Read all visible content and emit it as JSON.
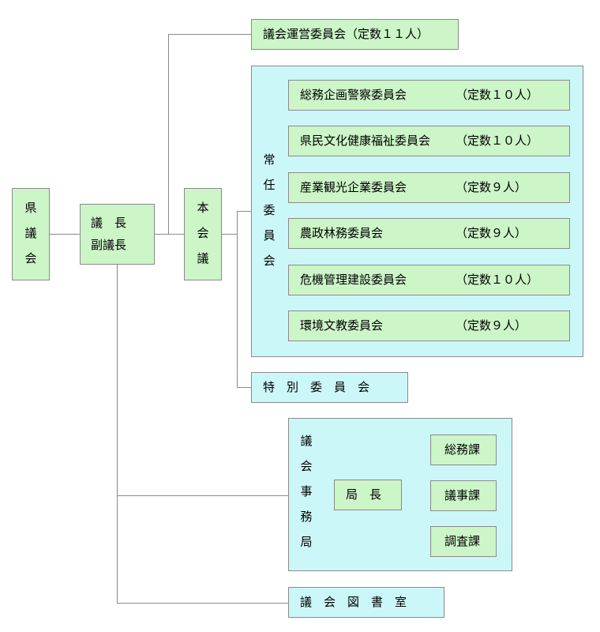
{
  "prefectural_assembly": "県議会",
  "chair": {
    "line1": "議　長",
    "line2": "副議長"
  },
  "plenary": "本会議",
  "steering_committee": "議会運営委員会（定数１１人）",
  "standing_committee": {
    "label": "常任委員会",
    "items": [
      {
        "name": "総務企画警察委員会",
        "quota": "（定数１０人）"
      },
      {
        "name": "県民文化健康福祉委員会",
        "quota": "（定数１０人）"
      },
      {
        "name": "産業観光企業委員会",
        "quota": "（定数９人）"
      },
      {
        "name": "農政林務委員会",
        "quota": "（定数９人）"
      },
      {
        "name": "危機管理建設委員会",
        "quota": "（定数１０人）"
      },
      {
        "name": "環境文教委員会",
        "quota": "（定数９人）"
      }
    ]
  },
  "special_committee": "特　別　委　員　会",
  "secretariat": {
    "label": "議会事務局",
    "director": "局　長",
    "divisions": [
      "総務課",
      "議事課",
      "調査課"
    ]
  },
  "library": "議　会　図　書　室"
}
